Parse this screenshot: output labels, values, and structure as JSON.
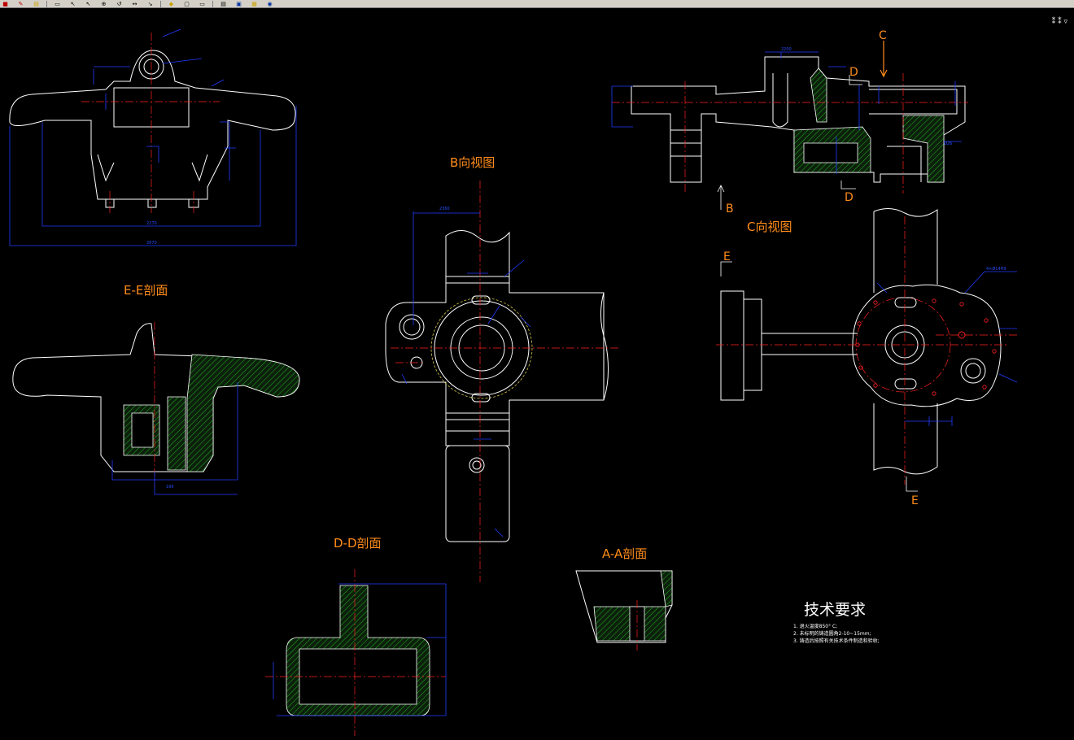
{
  "toolbar": {
    "buttons": [
      {
        "icon": "save-icon",
        "glyph": "■",
        "tone": "r"
      },
      {
        "icon": "pencil-icon",
        "glyph": "✎",
        "tone": "r"
      },
      {
        "icon": "note-icon",
        "glyph": "▤",
        "tone": "y"
      },
      {
        "icon": "print-icon",
        "glyph": "▭",
        "tone": ""
      },
      {
        "icon": "zoom-in-icon",
        "glyph": "↖",
        "tone": ""
      },
      {
        "icon": "zoom-out-icon",
        "glyph": "↖",
        "tone": ""
      },
      {
        "icon": "zoom-window-icon",
        "glyph": "⊕",
        "tone": ""
      },
      {
        "icon": "zoom-prev-icon",
        "glyph": "↺",
        "tone": ""
      },
      {
        "icon": "pan-icon",
        "glyph": "↔",
        "tone": ""
      },
      {
        "icon": "measure-icon",
        "glyph": "↘",
        "tone": ""
      },
      {
        "icon": "layer-icon",
        "glyph": "◆",
        "tone": "y"
      },
      {
        "icon": "rectangle-icon",
        "glyph": "▢",
        "tone": ""
      },
      {
        "icon": "window-icon",
        "glyph": "▭",
        "tone": ""
      },
      {
        "icon": "properties-icon",
        "glyph": "▤",
        "tone": ""
      },
      {
        "icon": "image-icon",
        "glyph": "▣",
        "tone": "b"
      },
      {
        "icon": "lock-icon",
        "glyph": "▦",
        "tone": "y"
      },
      {
        "icon": "help-icon",
        "glyph": "◉",
        "tone": "b"
      }
    ]
  },
  "corner_text": "⁑ ⁑ ▿",
  "labels": {
    "b_view": "B向视图",
    "c_view": "C向视图",
    "ee_section": "E-E剖面",
    "dd_section": "D-D剖面",
    "aa_section": "A-A剖面",
    "mark_c": "C",
    "mark_d_top": "D",
    "mark_d_bottom": "D",
    "mark_b": "B",
    "mark_e_top": "E",
    "mark_e_bottom": "E"
  },
  "tech": {
    "title": "技术要求",
    "notes": [
      "1. 退火温度850° C;",
      "2. 未标明的铸造圆角2-10~15mm;",
      "3. 铸造后按照有关技术条件制造和验收;"
    ]
  },
  "colors": {
    "background": "#000000",
    "outline": "#ffffff",
    "dimension": "#1f3cff",
    "centerline": "#ff2020",
    "hatch": "#27d627",
    "label": "#ff8c1a"
  }
}
